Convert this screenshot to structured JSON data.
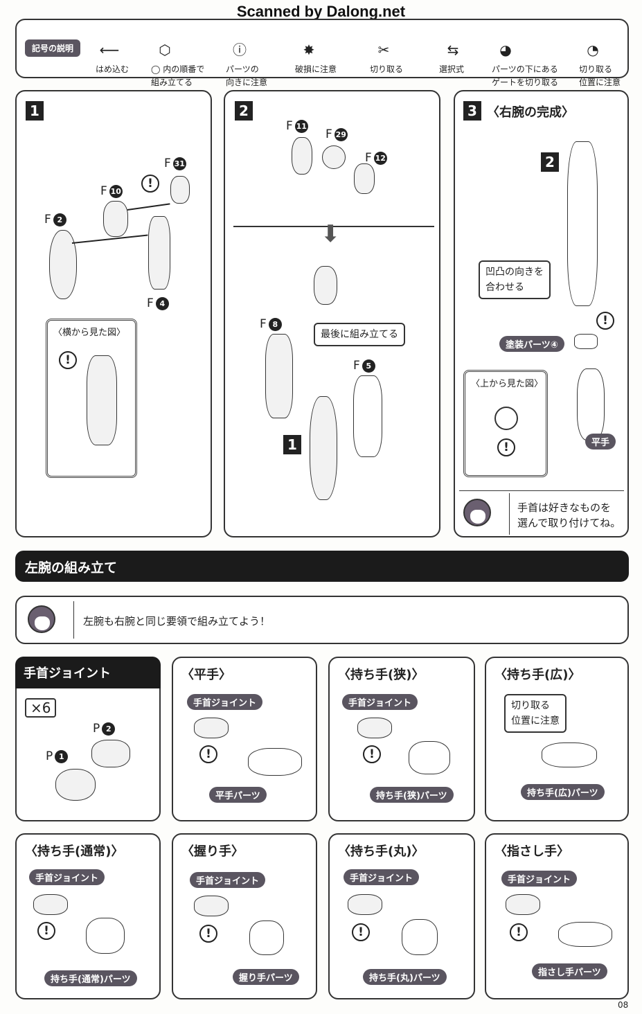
{
  "watermark": "Scanned by Dalong.net",
  "legend": {
    "title": "記号の説明",
    "items": [
      {
        "icon": "arrow-left",
        "l1": "はめ込む",
        "l2": ""
      },
      {
        "icon": "hexagon-1",
        "l1": "◯ 内の順番で",
        "l2": "組み立てる"
      },
      {
        "icon": "exclamation",
        "l1": "パーツの",
        "l2": "向きに注意"
      },
      {
        "icon": "break",
        "l1": "破損に注意",
        "l2": ""
      },
      {
        "icon": "scissors",
        "l1": "切り取る",
        "l2": ""
      },
      {
        "icon": "double-arrow",
        "l1": "選択式",
        "l2": ""
      },
      {
        "icon": "gate",
        "l1": "パーツの下にある",
        "l2": "ゲートを切り取る"
      },
      {
        "icon": "cut-position",
        "l1": "切り取る",
        "l2": "位置に注意"
      }
    ]
  },
  "step1": {
    "num": "1",
    "parts": [
      {
        "l": "F",
        "n": "31"
      },
      {
        "l": "F",
        "n": "10"
      },
      {
        "l": "F",
        "n": "2"
      },
      {
        "l": "F",
        "n": "4"
      }
    ],
    "side_view": "〈横から見た図〉"
  },
  "step2": {
    "num": "2",
    "parts": [
      {
        "l": "F",
        "n": "11"
      },
      {
        "l": "F",
        "n": "29"
      },
      {
        "l": "F",
        "n": "12"
      },
      {
        "l": "F",
        "n": "8"
      },
      {
        "l": "F",
        "n": "5"
      }
    ],
    "callout": "最後に組み立てる",
    "ref": "1"
  },
  "step3": {
    "num": "3",
    "title": "〈右腕の完成〉",
    "ref": "2",
    "callout_l1": "凹凸の向きを",
    "callout_l2": "合わせる",
    "painted": "塗装パーツ④",
    "top_view": "〈上から見た図〉",
    "hand": "平手",
    "note_l1": "手首は好きなものを",
    "note_l2": "選んで取り付けてね。"
  },
  "section": {
    "title": "左腕の組み立て",
    "note": "左腕も右腕と同じ要領で組み立てよう！"
  },
  "wrist": {
    "title": "手首ジョイント",
    "count": "×6",
    "p2": {
      "l": "P",
      "n": "2"
    },
    "p1": {
      "l": "P",
      "n": "1"
    }
  },
  "hands": [
    {
      "title": "〈平手〉",
      "joint": "手首ジョイント",
      "part": "平手パーツ"
    },
    {
      "title": "〈持ち手(狭)〉",
      "joint": "手首ジョイント",
      "part": "持ち手(狭)パーツ"
    },
    {
      "title": "〈持ち手(広)〉",
      "joint": "",
      "callout_l1": "切り取る",
      "callout_l2": "位置に注意",
      "part": "持ち手(広)パーツ"
    },
    {
      "title": "〈持ち手(通常)〉",
      "joint": "手首ジョイント",
      "part": "持ち手(通常)パーツ"
    },
    {
      "title": "〈握り手〉",
      "joint": "手首ジョイント",
      "part": "握り手パーツ"
    },
    {
      "title": "〈持ち手(丸)〉",
      "joint": "手首ジョイント",
      "part": "持ち手(丸)パーツ"
    },
    {
      "title": "〈指さし手〉",
      "joint": "手首ジョイント",
      "part": "指さし手パーツ"
    }
  ],
  "page": "08"
}
